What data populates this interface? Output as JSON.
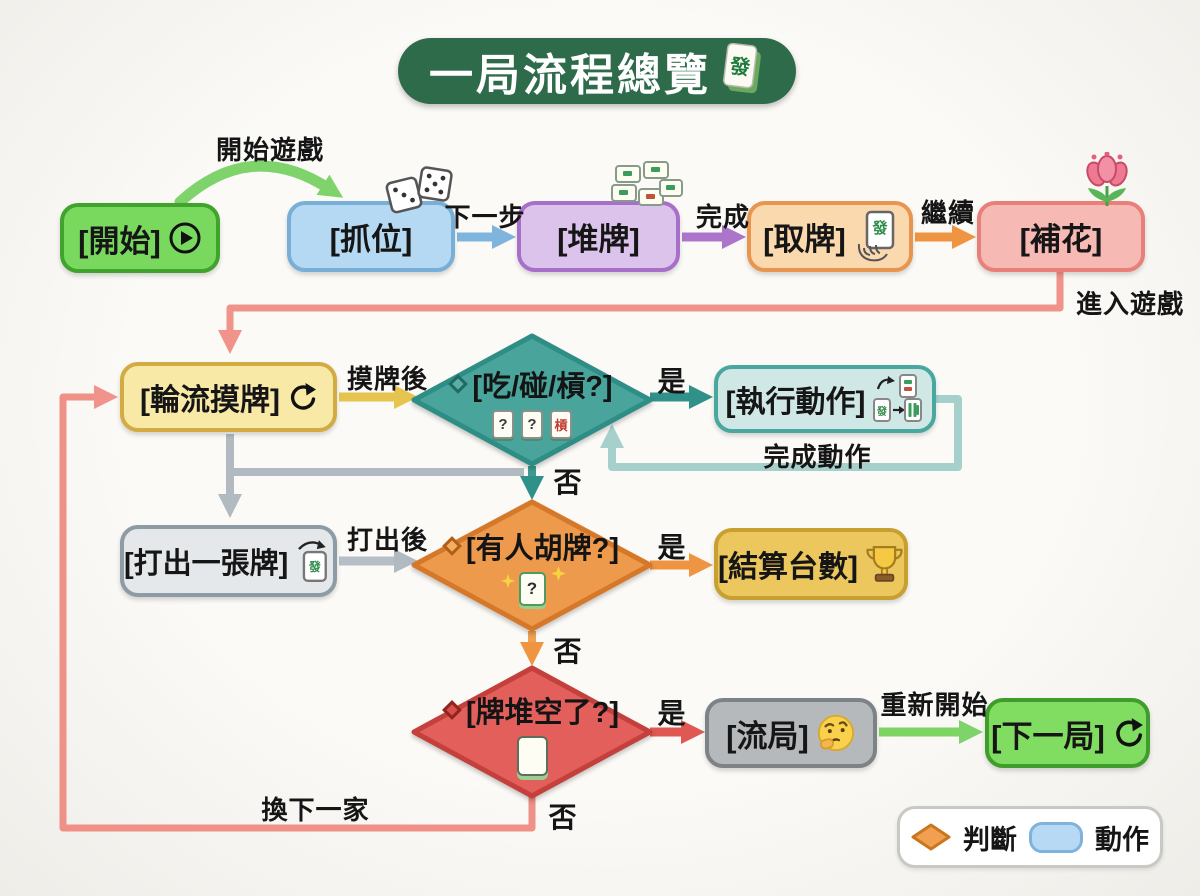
{
  "title": {
    "text": "一局流程總覽",
    "tile_char": "發"
  },
  "nodes": {
    "start": {
      "label": "[開始]"
    },
    "seat_draw": {
      "label": "[抓位]"
    },
    "build_wall": {
      "label": "[堆牌]"
    },
    "take_tiles": {
      "label": "[取牌]",
      "tile_char": "發"
    },
    "replace_flowers": {
      "label": "[補花]"
    },
    "draw_in_turn": {
      "label": "[輪流摸牌]"
    },
    "chi_peng_gang": {
      "label": "[吃/碰/槓?]",
      "tiles": [
        "?",
        "?",
        "槓"
      ]
    },
    "execute_action": {
      "label": "[執行動作]",
      "tile_char": "發"
    },
    "discard_tile": {
      "label": "[打出一張牌]",
      "tile_char": "發"
    },
    "someone_wins": {
      "label": "[有人胡牌?]",
      "tile": "?"
    },
    "score_settlement": {
      "label": "[結算台數]"
    },
    "wall_empty": {
      "label": "[牌堆空了?]"
    },
    "draw_game": {
      "label": "[流局]"
    },
    "next_round": {
      "label": "[下一局]"
    }
  },
  "edges": {
    "start_game": "開始遊戲",
    "next_step": "下一步",
    "complete": "完成",
    "keep_going": "繼續",
    "enter_game": "進入遊戲",
    "after_draw": "摸牌後",
    "action_yes": "是",
    "action_no": "否",
    "finish_action": "完成動作",
    "after_discard": "打出後",
    "win_yes": "是",
    "win_no": "否",
    "empty_yes": "是",
    "empty_no": "否",
    "restart": "重新開始",
    "next_player": "換下一家"
  },
  "legend": {
    "decision": "判斷",
    "action": "動作"
  },
  "colors": {
    "title_bg": "#2e6b4a",
    "start_fill": "#79d95f",
    "start_border": "#3fa32c",
    "blue_fill": "#b5d9f2",
    "blue_border": "#79aed6",
    "purple_fill": "#dcc3ec",
    "purple_border": "#a86fc9",
    "peach_fill": "#fbd9ae",
    "peach_border": "#e8954f",
    "pink_fill": "#f6b9b4",
    "pink_border": "#e87f78",
    "yellow_fill": "#f8e9a6",
    "yellow_border": "#d2ab42",
    "teal_fill": "#4aa49c",
    "teal_border": "#2f8d85",
    "teal_light_fill": "#cfe8e5",
    "gray_fill": "#e4e8ea",
    "gray_border": "#8d9ba4",
    "orange_fill": "#ee9a4d",
    "orange_border": "#d5782a",
    "gold_fill": "#ecc75e",
    "gold_border": "#c7a030",
    "red_fill": "#e25e5b",
    "red_border": "#c43f3c",
    "darkgray_fill": "#b6b9bb",
    "darkgray_border": "#7c8285",
    "green_fill": "#80dd61",
    "green_border": "#3f9e2b",
    "arrow_green": "#7ed36b",
    "arrow_blue": "#7fb5dd",
    "arrow_purple": "#ad74cc",
    "arrow_orange": "#ef9440",
    "arrow_salmon": "#f0938a",
    "arrow_yellow": "#e6c44d",
    "arrow_teal": "#2f9189",
    "arrow_teal_light": "#a6d0cc",
    "arrow_gray": "#b0bac0",
    "arrow_red": "#df5853"
  }
}
